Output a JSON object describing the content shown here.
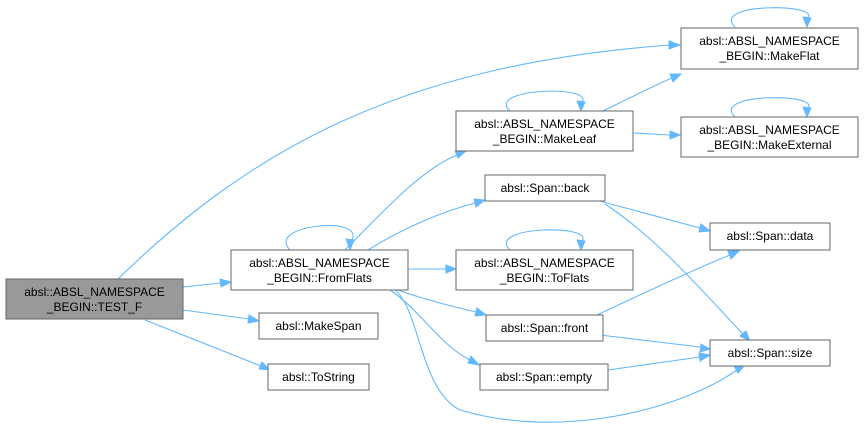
{
  "nodes": {
    "test_f": [
      "absl::ABSL_NAMESPACE",
      "_BEGIN::TEST_F"
    ],
    "fromflats": [
      "absl::ABSL_NAMESPACE",
      "_BEGIN::FromFlats"
    ],
    "makespan": [
      "absl::MakeSpan"
    ],
    "tostring": [
      "absl::ToString"
    ],
    "makeflat": [
      "absl::ABSL_NAMESPACE",
      "_BEGIN::MakeFlat"
    ],
    "makeleaf": [
      "absl::ABSL_NAMESPACE",
      "_BEGIN::MakeLeaf"
    ],
    "makeexternal": [
      "absl::ABSL_NAMESPACE",
      "_BEGIN::MakeExternal"
    ],
    "span_back": [
      "absl::Span::back"
    ],
    "toflats": [
      "absl::ABSL_NAMESPACE",
      "_BEGIN::ToFlats"
    ],
    "span_front": [
      "absl::Span::front"
    ],
    "span_empty": [
      "absl::Span::empty"
    ],
    "span_data": [
      "absl::Span::data"
    ],
    "span_size": [
      "absl::Span::size"
    ]
  },
  "colors": {
    "edge": "#63b8ff",
    "node_border": "#666666",
    "root_fill": "#999999",
    "node_fill": "#ffffff"
  }
}
